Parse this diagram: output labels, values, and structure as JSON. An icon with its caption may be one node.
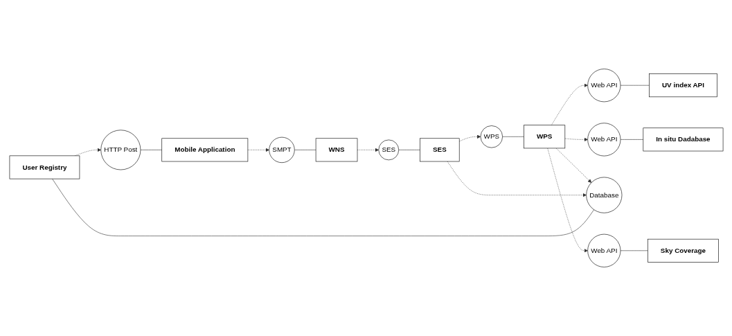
{
  "diagram": {
    "nodes": [
      {
        "text": [
          "User Registry"
        ]
      },
      {
        "text": [
          "UV index API"
        ]
      },
      {
        "text": [
          "In situ Dadabase"
        ]
      },
      {
        "text": [
          "Web API"
        ]
      },
      {
        "text": [
          "Web API"
        ]
      },
      {
        "text": [
          "Mobile Application"
        ]
      },
      {
        "text": [
          "HTTP Post"
        ]
      },
      {
        "text": [
          "Database"
        ]
      },
      {
        "text": [
          "WPS"
        ]
      },
      {
        "text": [
          "Web API"
        ]
      },
      {
        "text": [
          "Sky Coverage"
        ]
      },
      {
        "text": [
          "WNS"
        ]
      },
      {
        "text": [
          "SES"
        ]
      },
      {
        "text": [
          "WPS"
        ]
      },
      {
        "text": [
          "SES"
        ]
      },
      {
        "text": [
          "SMPT"
        ]
      }
    ],
    "edges": [
      {
        "from": 1,
        "to": 3,
        "arrow": "none"
      },
      {
        "from": 8,
        "to": 3,
        "arrow": "to",
        "style": "dashed"
      },
      {
        "from": 2,
        "to": 4,
        "arrow": "none"
      },
      {
        "from": 8,
        "to": 4,
        "arrow": "to",
        "style": "dashed"
      },
      {
        "from": 5,
        "to": 6,
        "arrow": "none"
      },
      {
        "from": 0,
        "to": 6,
        "arrow": "to",
        "style": "dashed"
      },
      {
        "from": 0,
        "to": 7,
        "arrow": "none"
      },
      {
        "from": 8,
        "to": 7,
        "arrow": "to",
        "style": "dashed"
      },
      {
        "from": 12,
        "to": 7,
        "arrow": "to",
        "style": "dashed"
      },
      {
        "from": 10,
        "to": 9,
        "arrow": "none"
      },
      {
        "from": 8,
        "to": 9,
        "arrow": "to",
        "style": "dashed"
      },
      {
        "from": 8,
        "to": 13,
        "arrow": "none"
      },
      {
        "from": 12,
        "to": 13,
        "arrow": "to",
        "style": "dashed"
      },
      {
        "from": 12,
        "to": 14,
        "arrow": "none"
      },
      {
        "from": 11,
        "to": 14,
        "arrow": "to",
        "style": "dashed"
      },
      {
        "from": 11,
        "to": 15,
        "arrow": "none"
      },
      {
        "from": 5,
        "to": 15,
        "arrow": "to",
        "style": "dashed"
      }
    ]
  }
}
